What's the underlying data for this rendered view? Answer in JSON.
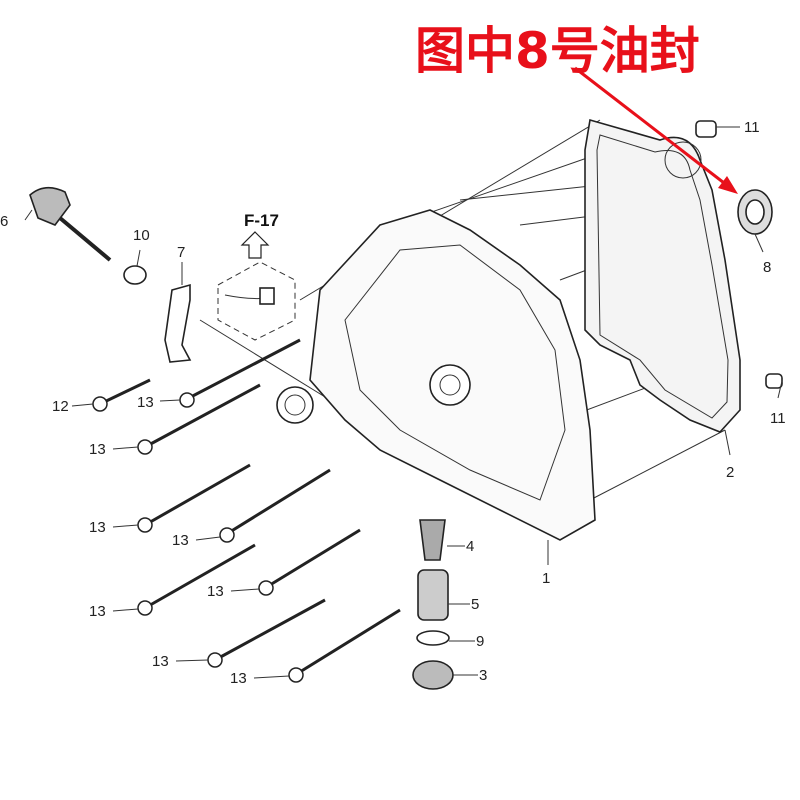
{
  "title": "图中8号油封",
  "highlight_color": "#e8101a",
  "reference": "F-17",
  "labels": {
    "p11a": "11",
    "p8": "8",
    "p11b": "11",
    "p2": "2",
    "p6": "6",
    "p10": "10",
    "p7": "7",
    "p12": "12",
    "p13a": "13",
    "p13b": "13",
    "p13c": "13",
    "p13d": "13",
    "p4": "4",
    "p13e": "13",
    "p5": "5",
    "p13f": "13",
    "p9": "9",
    "p13g": "13",
    "p13h": "13",
    "p3": "3",
    "p1": "1"
  }
}
